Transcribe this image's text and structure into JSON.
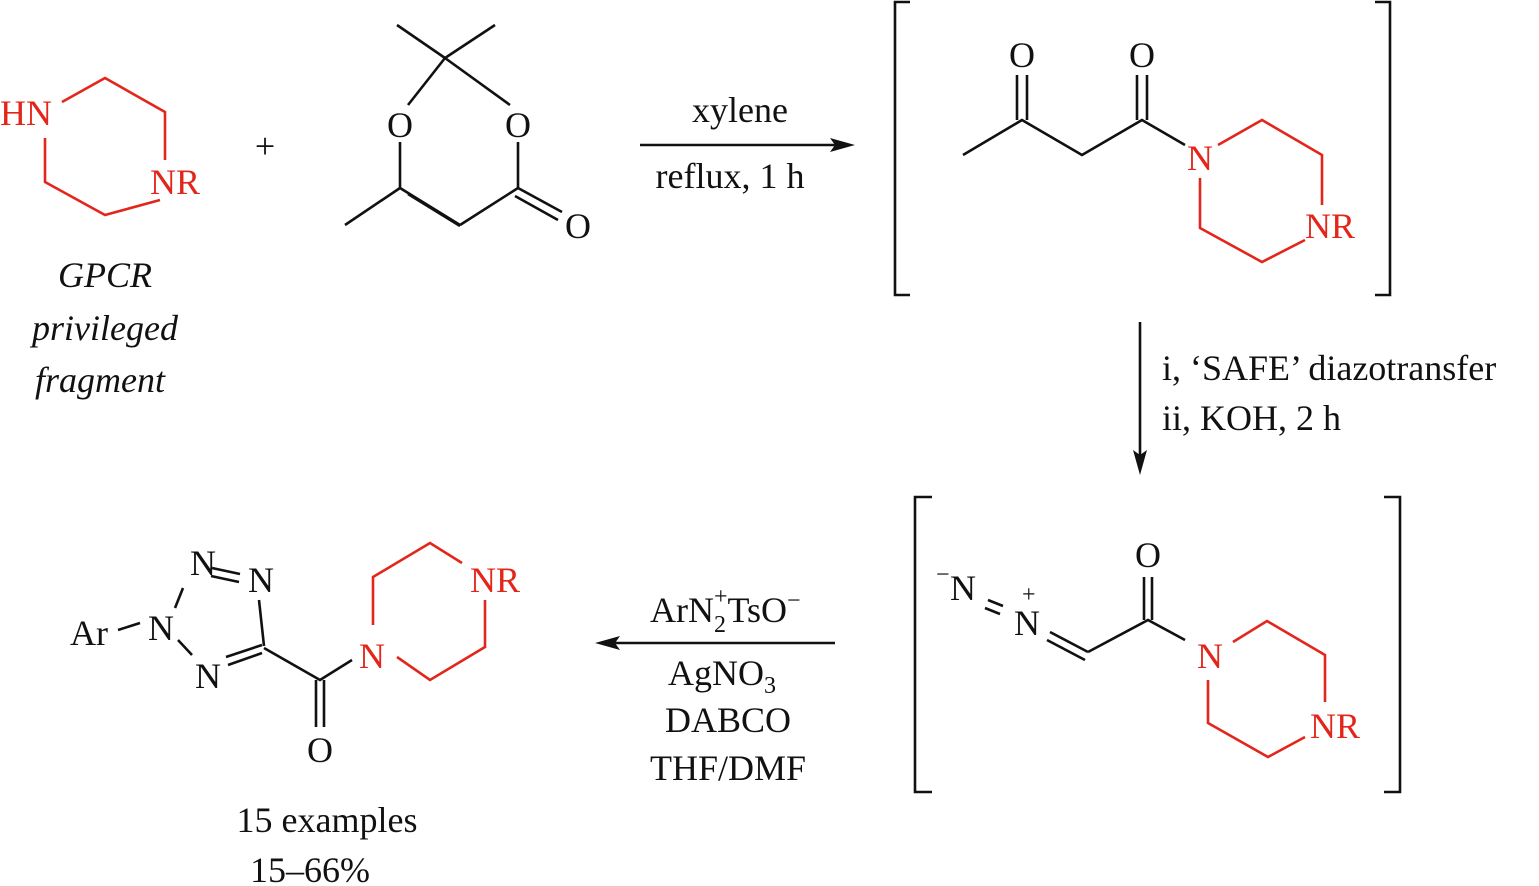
{
  "colors": {
    "fragment": "#e3261b",
    "bonds": "#111111"
  },
  "reactant1": {
    "hn": "HN",
    "nr": "NR",
    "label": [
      "GPCR",
      "privileged",
      "fragment"
    ]
  },
  "plus": "+",
  "reactant2": {
    "o1": "O",
    "o2": "O",
    "o3": "O"
  },
  "step1": {
    "above": "xylene",
    "below": "reflux, 1 h"
  },
  "intermediate1": {
    "o1": "O",
    "o2": "O",
    "n": "N",
    "nr": "NR"
  },
  "step2": {
    "line1": "i, ‘SAFE’ diazotransfer",
    "line2": "ii, KOH, 2 h"
  },
  "intermediate2": {
    "minus": "−",
    "n1": "N",
    "plus": "+",
    "n2": "N",
    "o": "O",
    "n": "N",
    "nr": "NR"
  },
  "step3": {
    "reagent1_base": "ArN",
    "reagent1_sub": "2",
    "reagent1_sup": "+",
    "reagent1_rest": "TsO",
    "reagent1_sup2": "−",
    "reagent2_base": "AgNO",
    "reagent2_sub": "3",
    "reagent3": "DABCO",
    "reagent4": "THF/DMF"
  },
  "product": {
    "ar": "Ar",
    "n1": "N",
    "n2": "N",
    "n3": "N",
    "n4": "N",
    "o": "O",
    "n": "N",
    "nr": "NR",
    "examples": "15 examples",
    "yield": "15–66%"
  }
}
